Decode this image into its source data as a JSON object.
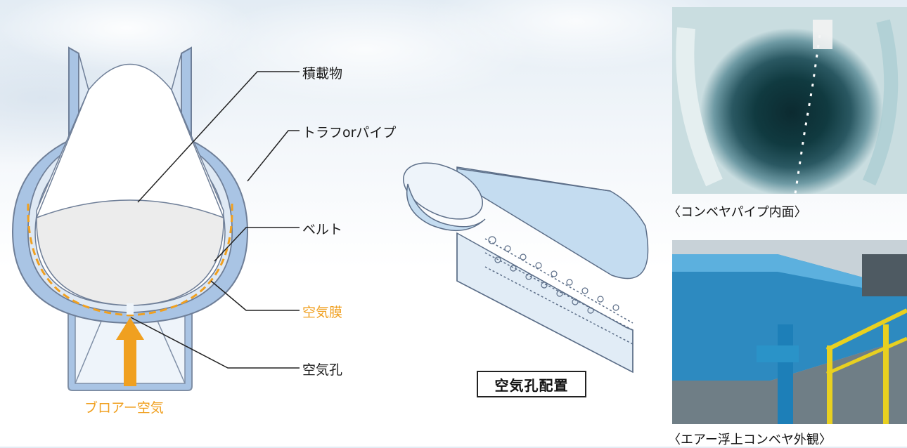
{
  "labels": {
    "cargo": "積載物",
    "trough": "トラフorパイプ",
    "belt": "ベルト",
    "air_film": "空気膜",
    "air_hole": "空気孔",
    "blower": "ブロアー空気"
  },
  "hole_layout_title": "空気孔配置",
  "photos": {
    "pipe_inside_caption": "〈コンベヤパイプ内面〉",
    "conveyor_exterior_caption": "〈エアー浮上コンベヤ外観〉"
  },
  "colors": {
    "accent_orange": "#f0a020",
    "trough_blue": "#a9c4e4",
    "pipe_blue": "#c4dcf0"
  }
}
